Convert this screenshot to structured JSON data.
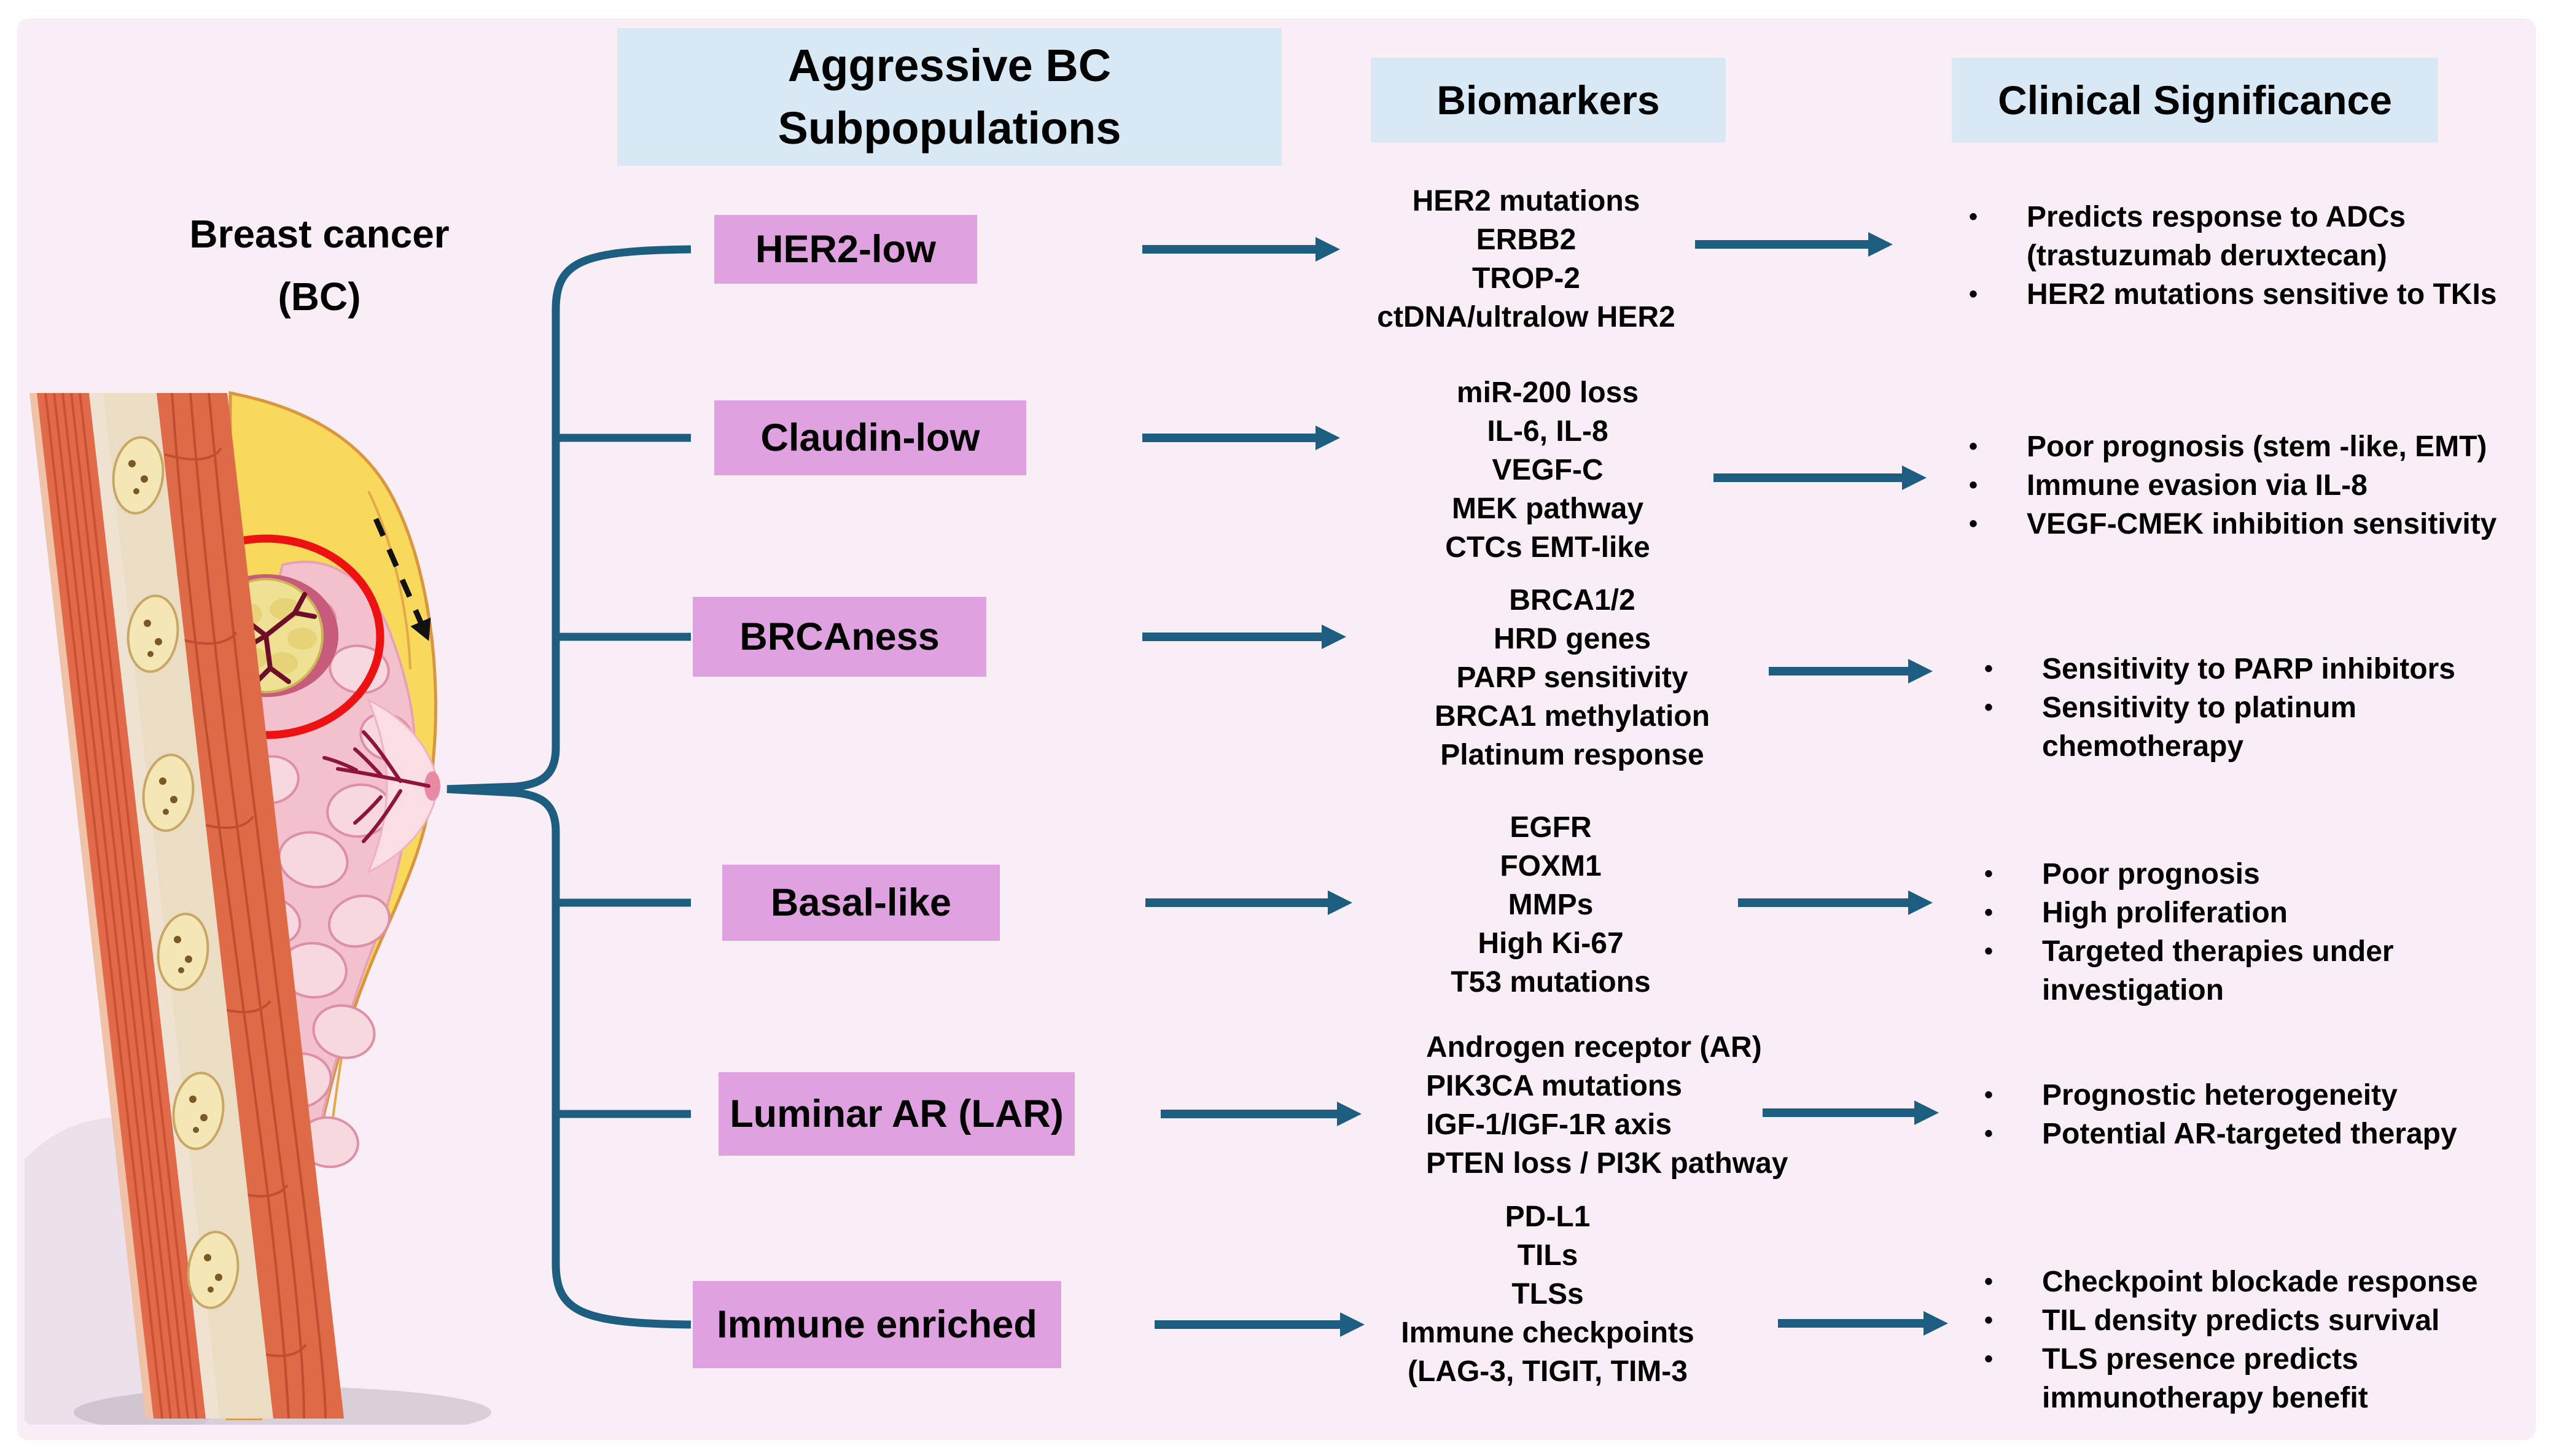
{
  "ui": {
    "bullet": "•"
  },
  "colors": {
    "background": "#ffffff",
    "panel": "#f9edf6",
    "header_bg": "#d8e9f5",
    "label_bg": "#dfa1df",
    "accent": "#1d5e80",
    "text": "#000000",
    "tumor_ring": "#ee1111",
    "dashed_arrow": "#111111"
  },
  "headers": {
    "subpop_line1": "Aggressive BC",
    "subpop_line2": "Subpopulations",
    "biomarkers": "Biomarkers",
    "clinical": "Clinical Significance"
  },
  "source": {
    "line1": "Breast cancer",
    "line2": "(BC)"
  },
  "rows": [
    {
      "label": "HER2-low",
      "biomarkers": [
        "HER2 mutations",
        "ERBB2",
        "TROP-2",
        "ctDNA/ultralow HER2"
      ],
      "significance": [
        [
          "Predicts response to ADCs",
          "(trastuzumab deruxtecan)"
        ],
        [
          "HER2 mutations sensitive to TKIs"
        ]
      ]
    },
    {
      "label": "Claudin-low",
      "biomarkers": [
        "miR-200 loss",
        "IL-6, IL-8",
        "VEGF-C",
        "MEK pathway",
        "CTCs EMT-like"
      ],
      "significance": [
        [
          "Poor prognosis (stem -like, EMT)"
        ],
        [
          "Immune evasion via IL-8"
        ],
        [
          "VEGF-CMEK inhibition sensitivity"
        ]
      ]
    },
    {
      "label": "BRCAness",
      "biomarkers": [
        "BRCA1/2",
        "HRD genes",
        "PARP sensitivity",
        "BRCA1 methylation",
        "Platinum response"
      ],
      "significance": [
        [
          "Sensitivity to PARP inhibitors"
        ],
        [
          "Sensitivity to platinum",
          "chemotherapy"
        ]
      ]
    },
    {
      "label": "Basal-like",
      "biomarkers": [
        "EGFR",
        "FOXM1",
        "MMPs",
        "High Ki-67",
        "T53 mutations"
      ],
      "significance": [
        [
          "Poor prognosis"
        ],
        [
          "High proliferation"
        ],
        [
          "Targeted therapies under",
          "investigation"
        ]
      ]
    },
    {
      "label": "Luminar AR (LAR)",
      "biomarkers": [
        "Androgen receptor (AR)",
        "PIK3CA mutations",
        "IGF-1/IGF-1R axis",
        "PTEN loss / PI3K pathway"
      ],
      "significance": [
        [
          "Prognostic heterogeneity"
        ],
        [
          "Potential AR-targeted therapy"
        ]
      ]
    },
    {
      "label": "Immune enriched",
      "biomarkers": [
        "PD-L1",
        "TILs",
        "TLSs",
        "Immune checkpoints",
        "(LAG-3, TIGIT, TIM-3"
      ],
      "significance": [
        [
          "Checkpoint blockade response"
        ],
        [
          "TIL density predicts survival"
        ],
        [
          "TLS presence predicts",
          "immunotherapy benefit"
        ]
      ]
    }
  ]
}
